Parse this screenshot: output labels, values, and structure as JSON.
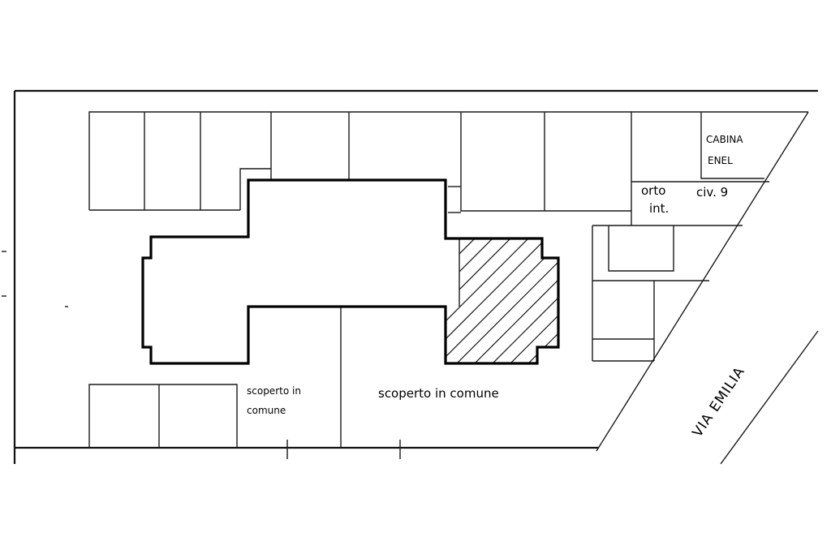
{
  "labels": {
    "cabina_line1": "CABINA",
    "cabina_line2": "ENEL",
    "orto_line1": "orto",
    "orto_civ": "civ. 9",
    "orto_line2": "int.",
    "scoperto_small_line1": "scoperto in",
    "scoperto_small_line2": "comune",
    "scoperto_large": "scoperto in comune",
    "road": "VIA EMILIA"
  }
}
